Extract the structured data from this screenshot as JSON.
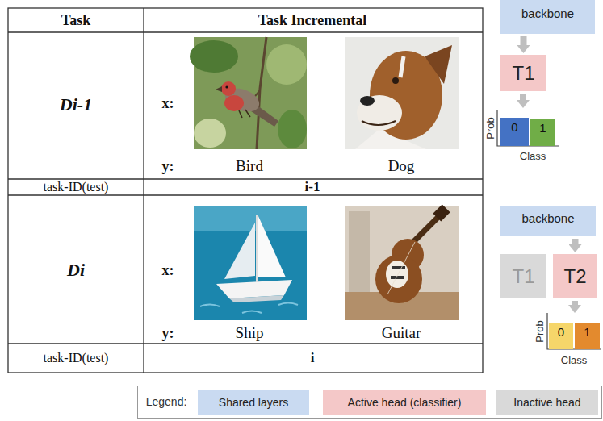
{
  "diagram": {
    "nodes": [
      {
        "text": [
          "backbone"
        ]
      },
      {
        "text": [
          "T1"
        ]
      },
      {
        "text": [
          "0"
        ]
      },
      {
        "text": [
          "1"
        ]
      },
      {
        "text": [
          "backbone"
        ]
      },
      {
        "text": [
          "T1"
        ]
      },
      {
        "text": [
          "T2"
        ]
      },
      {
        "text": [
          "0"
        ]
      },
      {
        "text": [
          "1"
        ]
      }
    ],
    "edges": [
      {
        "from": 0,
        "to": 1,
        "arrow": "to"
      },
      {
        "from": 4,
        "to": 6,
        "arrow": "to"
      }
    ],
    "labels": [
      "Task",
      "Task Incremental",
      "Di-1",
      "x:",
      "y:",
      "Bird",
      "Dog",
      "task-ID(test)",
      "i-1",
      "Di",
      "x:",
      "y:",
      "Ship",
      "Guitar",
      "task-ID(test)",
      "i",
      "Prob",
      "Class",
      "Prob",
      "Class",
      "Legend:"
    ],
    "legend": [
      {
        "text": "Shared layers",
        "color": "#c9daf1"
      },
      {
        "text": "Active head (classifier)",
        "color": "#f4c8c8"
      },
      {
        "text": "Inactive head",
        "color": "#d9d9d9"
      }
    ]
  }
}
